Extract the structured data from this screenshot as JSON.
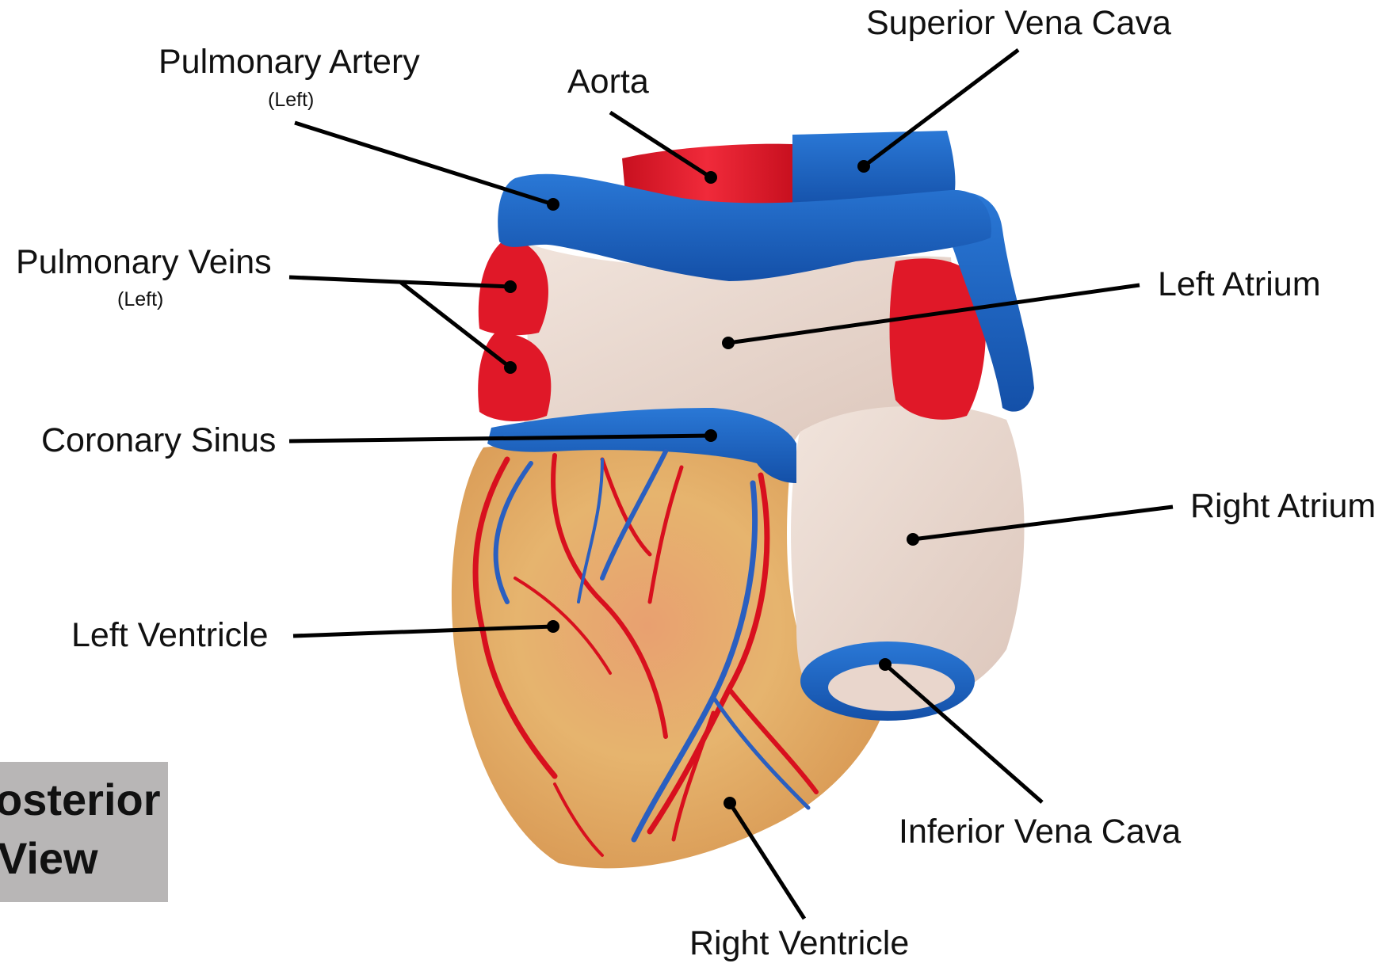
{
  "labels": {
    "superior_vena_cava": "Superior Vena Cava",
    "pulmonary_artery": "Pulmonary Artery",
    "pulmonary_artery_note": "(Left)",
    "aorta": "Aorta",
    "pulmonary_veins": "Pulmonary Veins",
    "pulmonary_veins_note": "(Left)",
    "left_atrium": "Left Atrium",
    "coronary_sinus": "Coronary Sinus",
    "right_atrium": "Right Atrium",
    "left_ventricle": "Left Ventricle",
    "inferior_vena_cava": "Inferior Vena Cava",
    "right_ventricle": "Right Ventricle"
  },
  "view_box": {
    "line1": "osterior",
    "line2": "View"
  },
  "colors": {
    "vein_blue": "#1f63c2",
    "artery_red": "#e3182b",
    "atrium_pink": "#ecdcd3",
    "ventricle_tan": "#e3a862",
    "leader_line": "#000000",
    "view_box_bg": "#b8b6b6"
  }
}
